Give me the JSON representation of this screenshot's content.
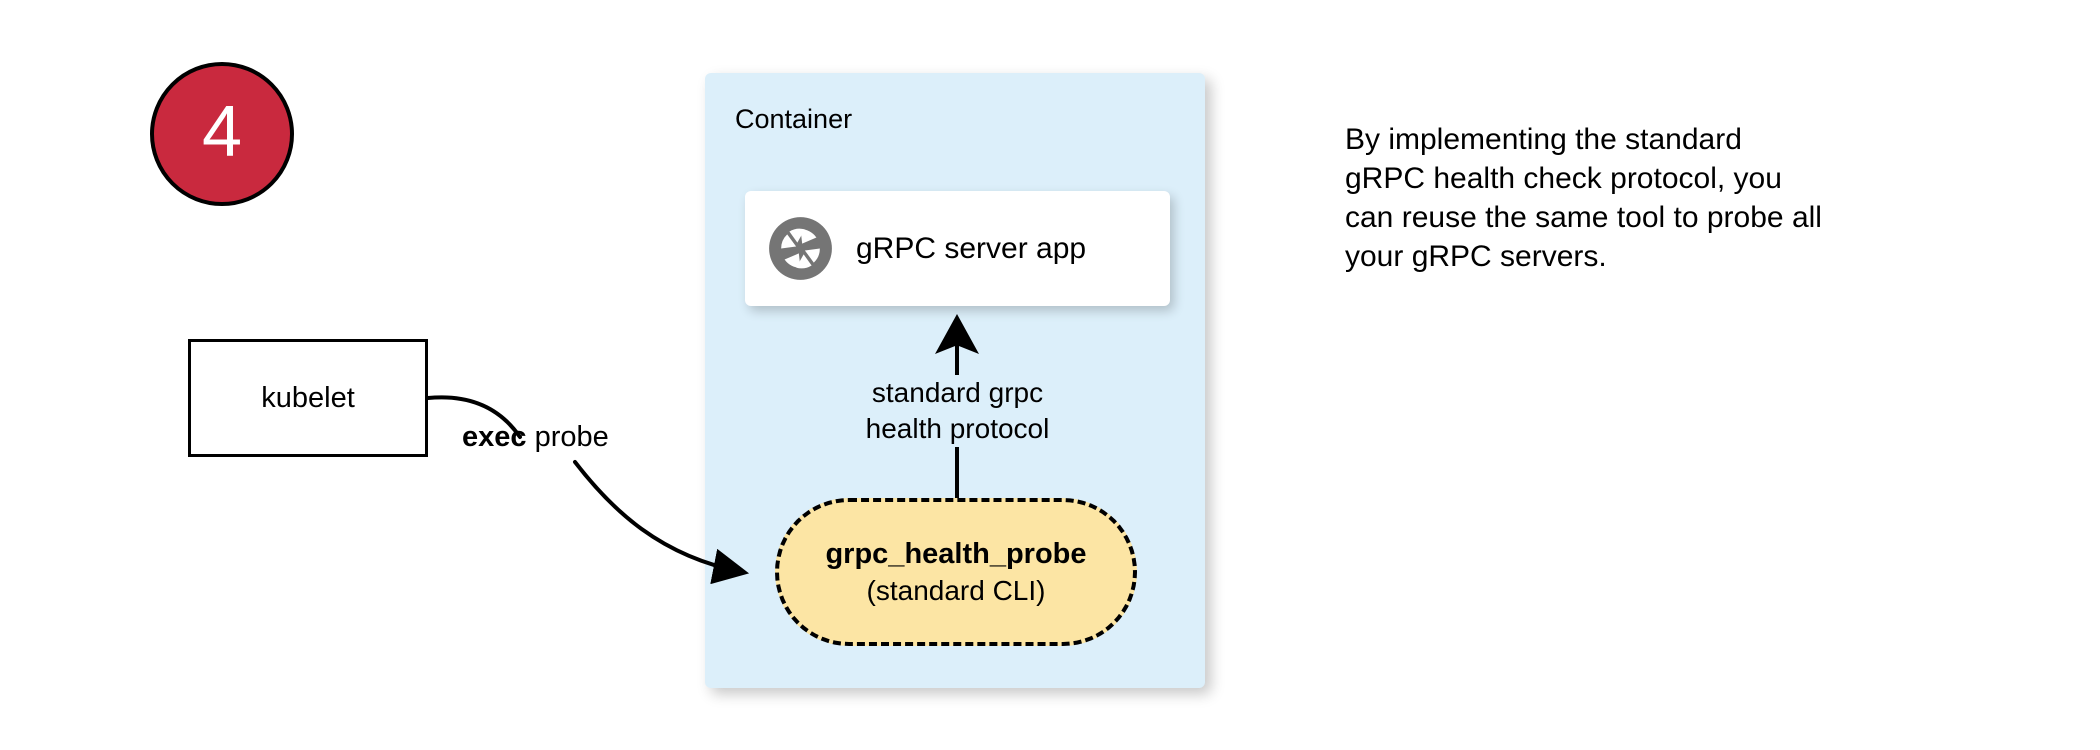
{
  "step": {
    "number": "4",
    "badge_fill": "#C9293E",
    "badge_stroke": "#000000",
    "number_color": "#ffffff"
  },
  "container": {
    "label": "Container",
    "fill": "#DCEFFA"
  },
  "app_card": {
    "label": "gRPC server app",
    "icon": "grpc-aperture-icon",
    "icon_color": "#757575",
    "fill": "#ffffff"
  },
  "kubelet": {
    "label": "kubelet",
    "fill": "#ffffff",
    "stroke": "#000000"
  },
  "edges": {
    "exec_probe": {
      "label_bold": "exec",
      "label_rest": " probe",
      "from": "kubelet",
      "to": "grpc_health_probe"
    },
    "health_protocol": {
      "line1": "standard grpc",
      "line2": "health protocol",
      "from": "grpc_health_probe",
      "to": "gRPC server app"
    }
  },
  "probe": {
    "title": "grpc_health_probe",
    "subtitle": "(standard CLI)",
    "fill": "#FCE5A4",
    "stroke": "#000000",
    "border_style": "dashed"
  },
  "note": {
    "line1": "By implementing the standard",
    "line2": "gRPC health check protocol, you",
    "line3": "can reuse the same tool to probe all",
    "line4": "your gRPC servers."
  }
}
